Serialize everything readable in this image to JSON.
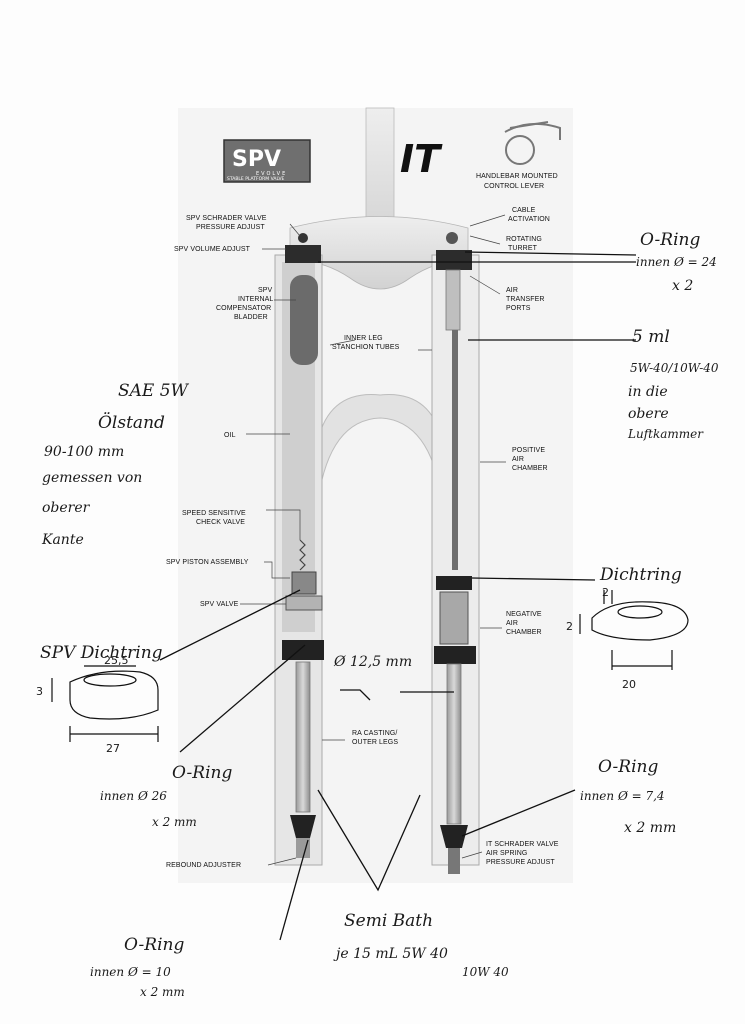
{
  "logos": {
    "spv": {
      "main": "SPV",
      "sub1": "EVOLVE",
      "sub2": "STABLE PLATFORM VALVE"
    },
    "it": {
      "text": "IT"
    }
  },
  "printed_labels": {
    "handlebar_1": "HANDLEBAR MOUNTED",
    "handlebar_2": "CONTROL LEVER",
    "cable_1": "CABLE",
    "cable_2": "ACTIVATION",
    "turret_1": "ROTATING",
    "turret_2": "TURRET",
    "air_transfer_1": "AIR",
    "air_transfer_2": "TRANSFER",
    "air_transfer_3": "PORTS",
    "schrader_top_1": "SPV SCHRADER VALVE",
    "schrader_top_2": "PRESSURE ADJUST",
    "volume_adjust": "SPV VOLUME ADJUST",
    "bladder_1": "SPV",
    "bladder_2": "INTERNAL",
    "bladder_3": "COMPENSATOR",
    "bladder_4": "BLADDER",
    "inner_leg_1": "INNER LEG",
    "inner_leg_2": "STANCHION TUBES",
    "oil": "OIL",
    "positive_1": "POSITIVE",
    "positive_2": "AIR",
    "positive_3": "CHAMBER",
    "speed_1": "SPEED SENSITIVE",
    "speed_2": "CHECK VALVE",
    "piston_assembly": "SPV PISTON ASSEMBLY",
    "spv_valve": "SPV VALVE",
    "negative_1": "NEGATIVE",
    "negative_2": "AIR",
    "negative_3": "CHAMBER",
    "casting_1": "RA CASTING/",
    "casting_2": "OUTER LEGS",
    "rebound": "REBOUND ADJUSTER",
    "it_schrader_1": "IT SCHRADER VALVE",
    "it_schrader_2": "AIR SPRING",
    "it_schrader_3": "PRESSURE ADJUST"
  },
  "handwritten": {
    "oring_top_1": "O-Ring",
    "oring_top_2": "innen Ø = 24",
    "oring_top_3": "x 2",
    "oil_right_1": "5 ml",
    "oil_right_2": "5W-40/10W-40",
    "oil_right_3": "in die",
    "oil_right_4": "obere",
    "oil_right_5": "Luftkammer",
    "sae_1": "SAE 5W",
    "sae_2": "Ölstand",
    "level_1": "90-100 mm",
    "level_2": "gemessen von",
    "level_3": "oberer",
    "level_4": "Kante",
    "dichtring_right": "Dichtring",
    "spv_dichtring": "SPV Dichtring",
    "diameter": "Ø 12,5 mm",
    "oring_left_1": "O-Ring",
    "oring_left_2": "innen Ø 26",
    "oring_left_3": "x 2 mm",
    "oring_right_1": "O-Ring",
    "oring_right_2": "innen Ø = 7,4",
    "oring_right_3": "x 2 mm",
    "semibath_1": "Semi Bath",
    "semibath_2": "je 15 mL  5W 40",
    "semibath_3": "10W 40",
    "oring_bottom_1": "O-Ring",
    "oring_bottom_2": "innen Ø = 10",
    "oring_bottom_3": "x 2 mm"
  },
  "dimensions": {
    "right_ring_thickness": "2",
    "right_ring_height": "2",
    "right_ring_width": "20",
    "left_ring_inner": "25,5",
    "left_ring_height": "3",
    "left_ring_width": "27"
  }
}
